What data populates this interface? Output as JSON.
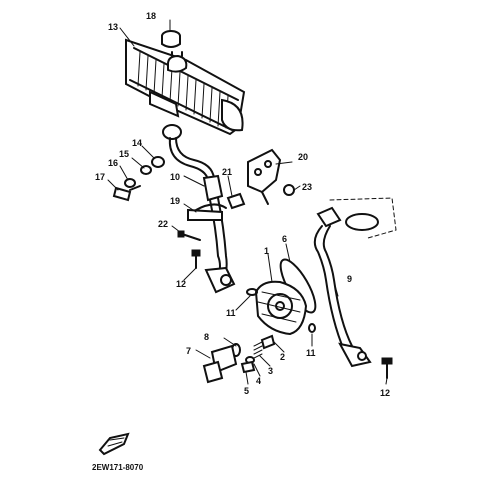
{
  "diagram_code": "2EW171-8070",
  "labels": [
    "1",
    "2",
    "3",
    "4",
    "5",
    "6",
    "7",
    "8",
    "9",
    "10",
    "11",
    "11",
    "12",
    "12",
    "13",
    "14",
    "15",
    "16",
    "17",
    "18",
    "19",
    "20",
    "21",
    "22",
    "23"
  ],
  "colors": {
    "ink": "#111111",
    "paper": "#ffffff"
  },
  "icons": [
    "front-arrow-icon"
  ]
}
